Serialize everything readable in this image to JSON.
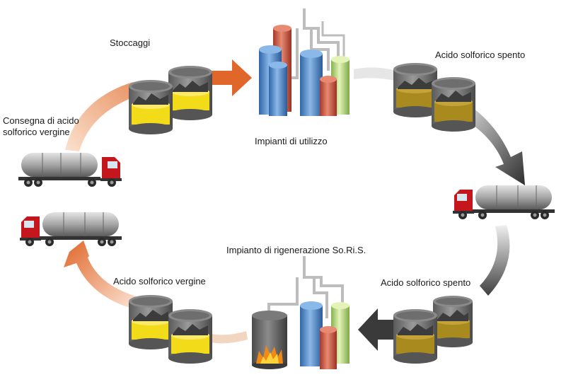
{
  "labels": {
    "storage": "Stoccaggi",
    "usage_plants": "Impianti di utilizzo",
    "spent_acid_top": "Acido solforico spento",
    "delivery_line1": "Consegna di acido",
    "delivery_line2": "solforico vergine",
    "regeneration_plant": "Impianto di rigenerazione So.Ri.S.",
    "spent_acid_bottom": "Acido solforico spento",
    "virgin_acid": "Acido solforico vergine"
  },
  "colors": {
    "virgin_acid_fill": "#f2dc1a",
    "spent_acid_fill": "#a88a1e",
    "tank_body": "#7c7c7c",
    "truck_cab": "#c4161c",
    "arrow_orange": "#e0662a",
    "arrow_dark": "#3a3a3a",
    "column_blue": "#4a86c8",
    "column_red": "#c9503c",
    "column_green": "#a8d070",
    "flame": "#f08a14"
  }
}
